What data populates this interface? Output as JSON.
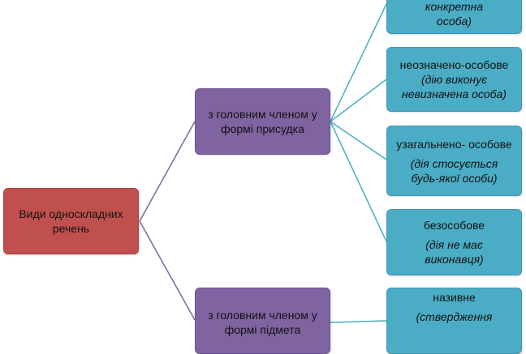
{
  "root": {
    "label": "Види односкладних речень"
  },
  "branches": [
    {
      "label": "з головним членом у формі присудка"
    },
    {
      "label": "з головним членом  у формі підмета"
    }
  ],
  "leaves": [
    {
      "title": "",
      "note": "(дію виконує конкретна особа)"
    },
    {
      "title": "неозначено-особове",
      "note": "(дію виконує невизначена особа)"
    },
    {
      "title": "узагальнено- особове",
      "note": "(дія стосується будь-якої особи)"
    },
    {
      "title": "безособове",
      "note": "(дія не має виконавця)"
    },
    {
      "title": "називне",
      "note": "(ствердження"
    }
  ],
  "colors": {
    "root_fill": "#c0504d",
    "branch_fill": "#8064a2",
    "leaf_fill": "#4bacc6",
    "line_root_to_branch": "#8064a2",
    "line_branch_to_leaf": "#4bacc6"
  }
}
